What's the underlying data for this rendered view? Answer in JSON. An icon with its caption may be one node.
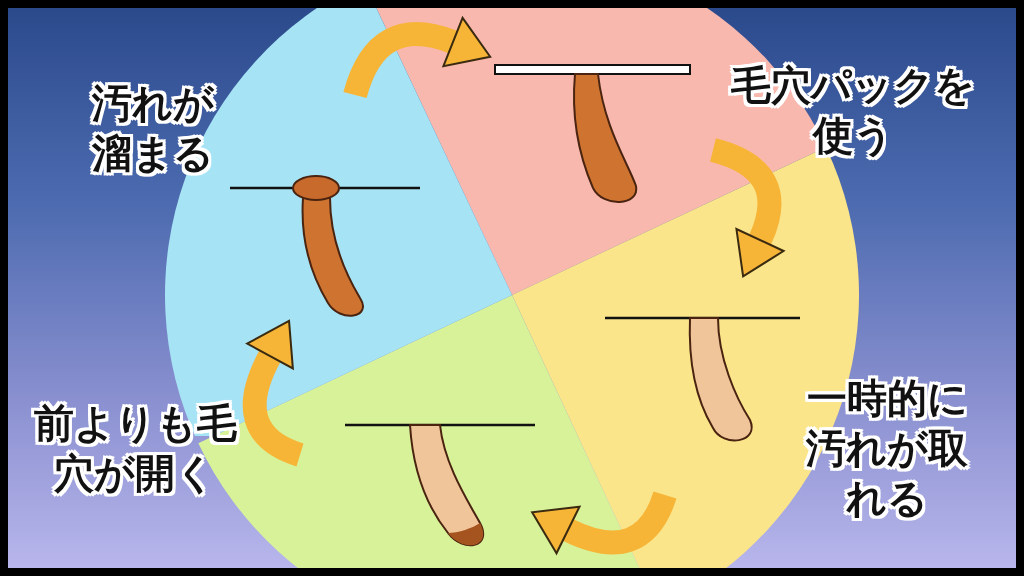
{
  "diagram": {
    "nodes": [
      {
        "text": [
          "毛穴パックを使う"
        ]
      },
      {
        "text": [
          "一時的に汚れが取れる"
        ]
      },
      {
        "text": [
          "前よりも毛穴が開く"
        ]
      },
      {
        "text": [
          "汚れが溜まる"
        ]
      }
    ],
    "edges": [
      {
        "from": 0,
        "to": 1,
        "arrow": "to"
      },
      {
        "from": 1,
        "to": 2,
        "arrow": "to"
      },
      {
        "from": 2,
        "to": 3,
        "arrow": "to"
      },
      {
        "from": 3,
        "to": 0,
        "arrow": "to"
      }
    ]
  }
}
